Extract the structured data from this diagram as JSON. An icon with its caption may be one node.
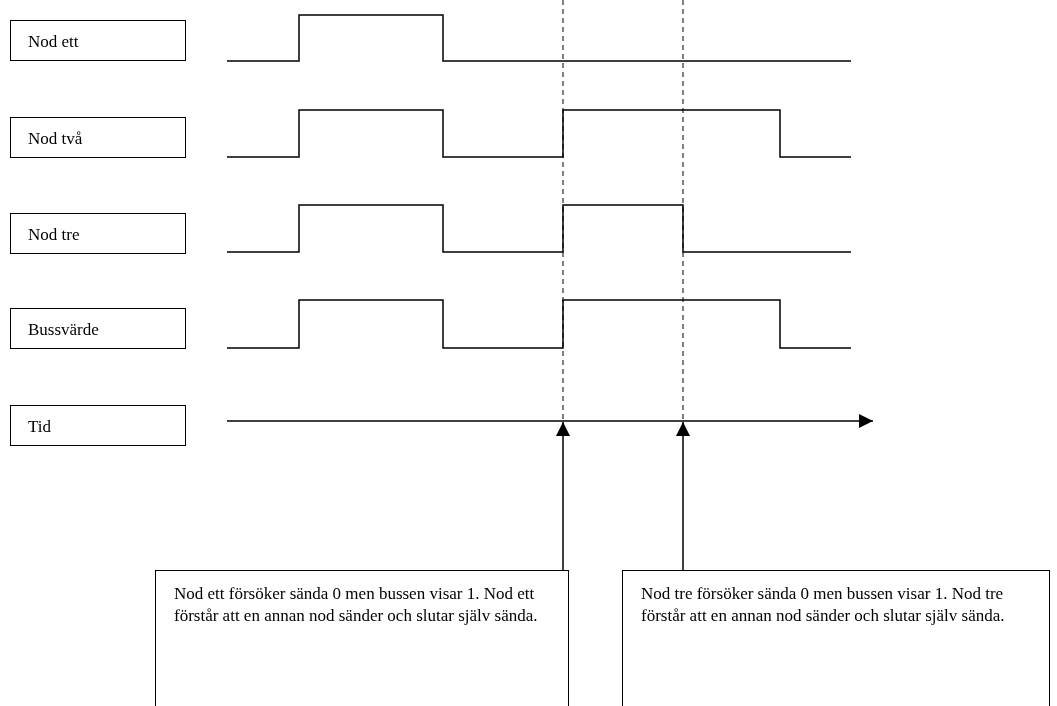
{
  "diagram": {
    "nodes": [
      {
        "text": [
          "Nod ett"
        ]
      },
      {
        "text": [
          "Nod två"
        ]
      },
      {
        "text": [
          "Nod tre"
        ]
      },
      {
        "text": [
          "Bussvärde"
        ]
      },
      {
        "text": [
          "Tid"
        ]
      },
      {
        "text": [
          "Nod ett försöker sända 0 men bussen visar 1. Nod ett förstår att en annan nod sänder och slutar själv sända."
        ]
      },
      {
        "text": [
          "Nod tre försöker sända 0 men bussen visar 1. Nod tre förstår att en annan nod sänder och slutar själv sända."
        ]
      }
    ],
    "edges": [
      {
        "from": 5,
        "to": null,
        "arrow": "to"
      },
      {
        "from": 6,
        "to": null,
        "arrow": "to"
      }
    ]
  }
}
